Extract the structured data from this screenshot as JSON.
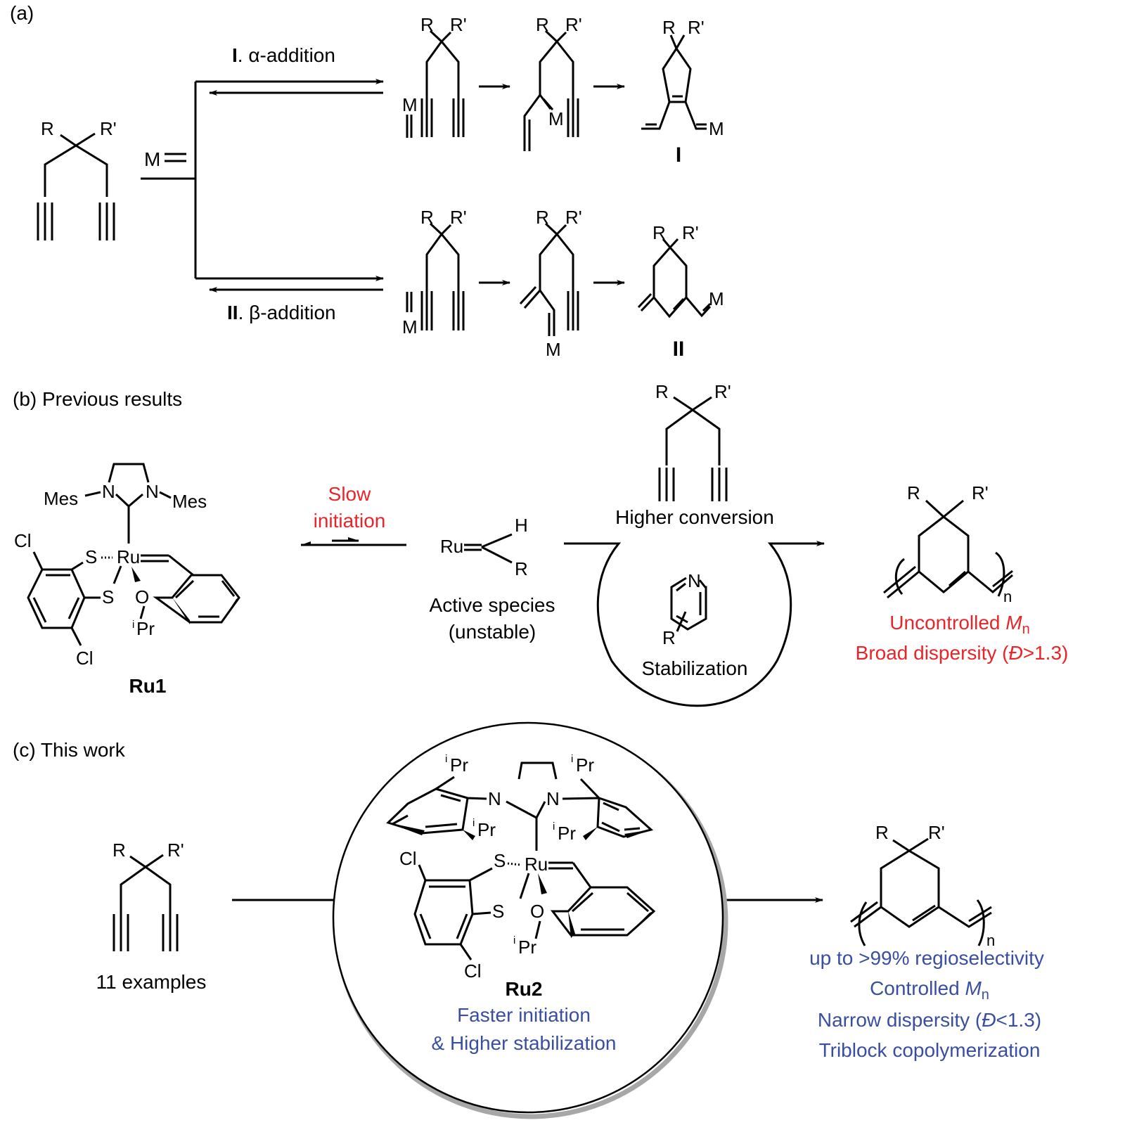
{
  "panels": {
    "a": {
      "label": "(a)",
      "route_I_label_num": "I",
      "route_I_label_text": ". α-addition",
      "route_II_label_num": "II",
      "route_II_label_text": ". β-addition",
      "reagent": "M",
      "product_I_label": "I",
      "product_II_label": "II"
    },
    "b": {
      "label": "(b) Previous results",
      "catalyst_name": "Ru1",
      "mes": "Mes",
      "slow_line1": "Slow",
      "slow_line2": "initiation",
      "active_line1": "Active species",
      "active_line2": "(unstable)",
      "higher_conversion": "Higher conversion",
      "stabilization": "Stabilization",
      "result_line1_prefix": "Uncontrolled ",
      "result_line1_M": "M",
      "result_line1_sub": "n",
      "result_line2_prefix": "Broad dispersity (",
      "result_line2_D": "Đ",
      "result_line2_suffix": ">1.3)"
    },
    "c": {
      "label": "(c) This work",
      "examples": "11 examples",
      "catalyst_name": "Ru2",
      "cat_line1": "Faster initiation",
      "cat_line2": "& Higher stabilization",
      "result_line1": "up to >99% regioselectivity",
      "result_line2_prefix": "Controlled ",
      "result_line2_M": "M",
      "result_line2_sub": "n",
      "result_line3_prefix": "Narrow dispersity (",
      "result_line3_D": "Đ",
      "result_line3_suffix": "<1.3)",
      "result_line4": "Triblock copolymerization"
    }
  },
  "atoms": {
    "R": "R",
    "Rp": "R'",
    "M": "M",
    "Ru": "Ru",
    "S": "S",
    "O": "O",
    "N": "N",
    "Cl": "Cl",
    "H": "H",
    "iPr_sup": "i",
    "iPr": "Pr",
    "n": "n"
  },
  "colors": {
    "red": "#e8262a",
    "blue": "#3a4ea1"
  }
}
